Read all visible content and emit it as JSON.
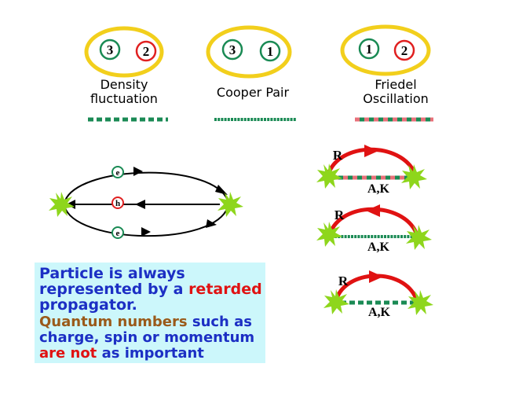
{
  "pairs": [
    {
      "left_num": "3",
      "right_num": "2",
      "label_line1": "Density",
      "label_line2": "fluctuation"
    },
    {
      "left_num": "3",
      "right_num": "1",
      "label_line1": "Cooper Pair",
      "label_line2": ""
    },
    {
      "left_num": "1",
      "right_num": "2",
      "label_line1": "Friedel",
      "label_line2": "Oscillation"
    }
  ],
  "loop": {
    "top": "e",
    "middle": "h",
    "bottom": "e"
  },
  "propagators": [
    {
      "top": "R",
      "bottom": "A,K"
    },
    {
      "top": "R",
      "bottom": "A,K"
    },
    {
      "top": "R",
      "bottom": "A,K"
    }
  ],
  "note": {
    "l1": "Particle is always",
    "l2a": "represented by a ",
    "l2b": "retarded",
    "l3": "propagator.",
    "l4a": "Quantum numbers",
    "l4b": " such as",
    "l5": "charge, spin or momentum",
    "l6a": "are not",
    "l6b": " as important"
  },
  "colors": {
    "ring": "#f2cf1c",
    "green": "#1a8a54",
    "red": "#e02020",
    "star": "#8ed61c",
    "note_bg": "#ccf7fb"
  }
}
